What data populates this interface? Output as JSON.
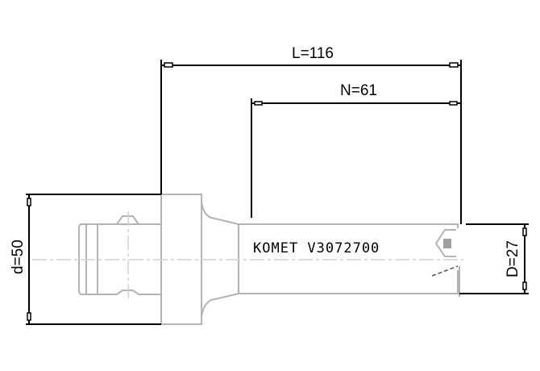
{
  "drawing": {
    "type": "tool-holder-technical-drawing",
    "dimensions": {
      "overall_length": {
        "label": "L=116",
        "value": 116
      },
      "projection_length": {
        "label": "N=61",
        "value": 61
      },
      "shank_diameter": {
        "label": "d=50",
        "value": 50
      },
      "cutting_diameter": {
        "label": "D=27",
        "value": 27
      }
    },
    "engraving": "KOMET V3072700",
    "colors": {
      "dimension_lines": "#000000",
      "part_outline": "#b4b4b4",
      "center_line": "#d2d2d2",
      "background": "#ffffff"
    }
  }
}
